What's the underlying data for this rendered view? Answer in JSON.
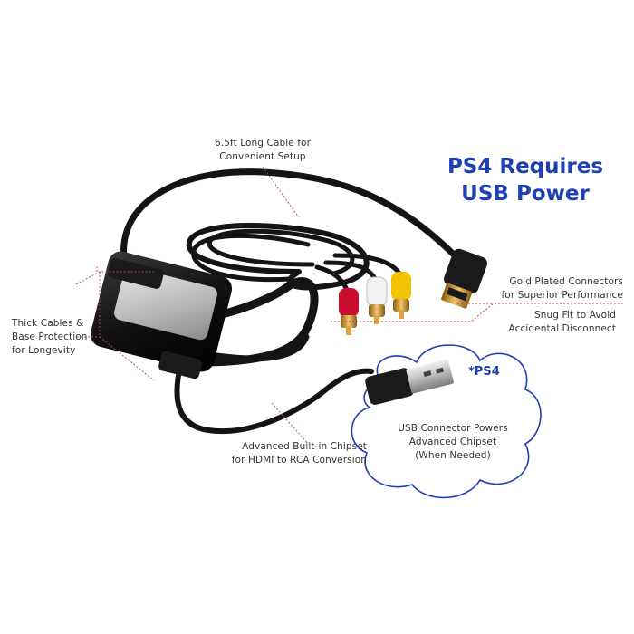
{
  "headline": {
    "line1": "PS4 Requires",
    "line2": "USB Power",
    "color": "#1f3fb4"
  },
  "cloud": {
    "tag": "*PS4",
    "line1": "USB Connector Powers",
    "line2": "Advanced Chipset",
    "line3": "(When Needed)",
    "border_color": "#1f3fb4"
  },
  "callouts": {
    "cable_length": {
      "line1": "6.5ft Long Cable for",
      "line2": "Convenient Setup"
    },
    "connectors": {
      "line1": "Gold Plated Connectors",
      "line2": "for Superior Performance"
    },
    "fit": {
      "line1": "Snug Fit to Avoid",
      "line2": "Accidental Disconnect"
    },
    "thick_cables": {
      "line1": "Thick Cables &",
      "line2": "Base Protection",
      "line3": "for Longevity"
    },
    "chipset": {
      "line1": "Advanced Built-in Chipset",
      "line2": "for HDMI to RCA Conversion"
    }
  },
  "colors": {
    "callout_line": "#b54a4a",
    "cable": "#141414",
    "rca_red": "#c8102e",
    "rca_white": "#f2f2f2",
    "rca_yellow": "#f2c200",
    "gold": "#d9a441"
  }
}
